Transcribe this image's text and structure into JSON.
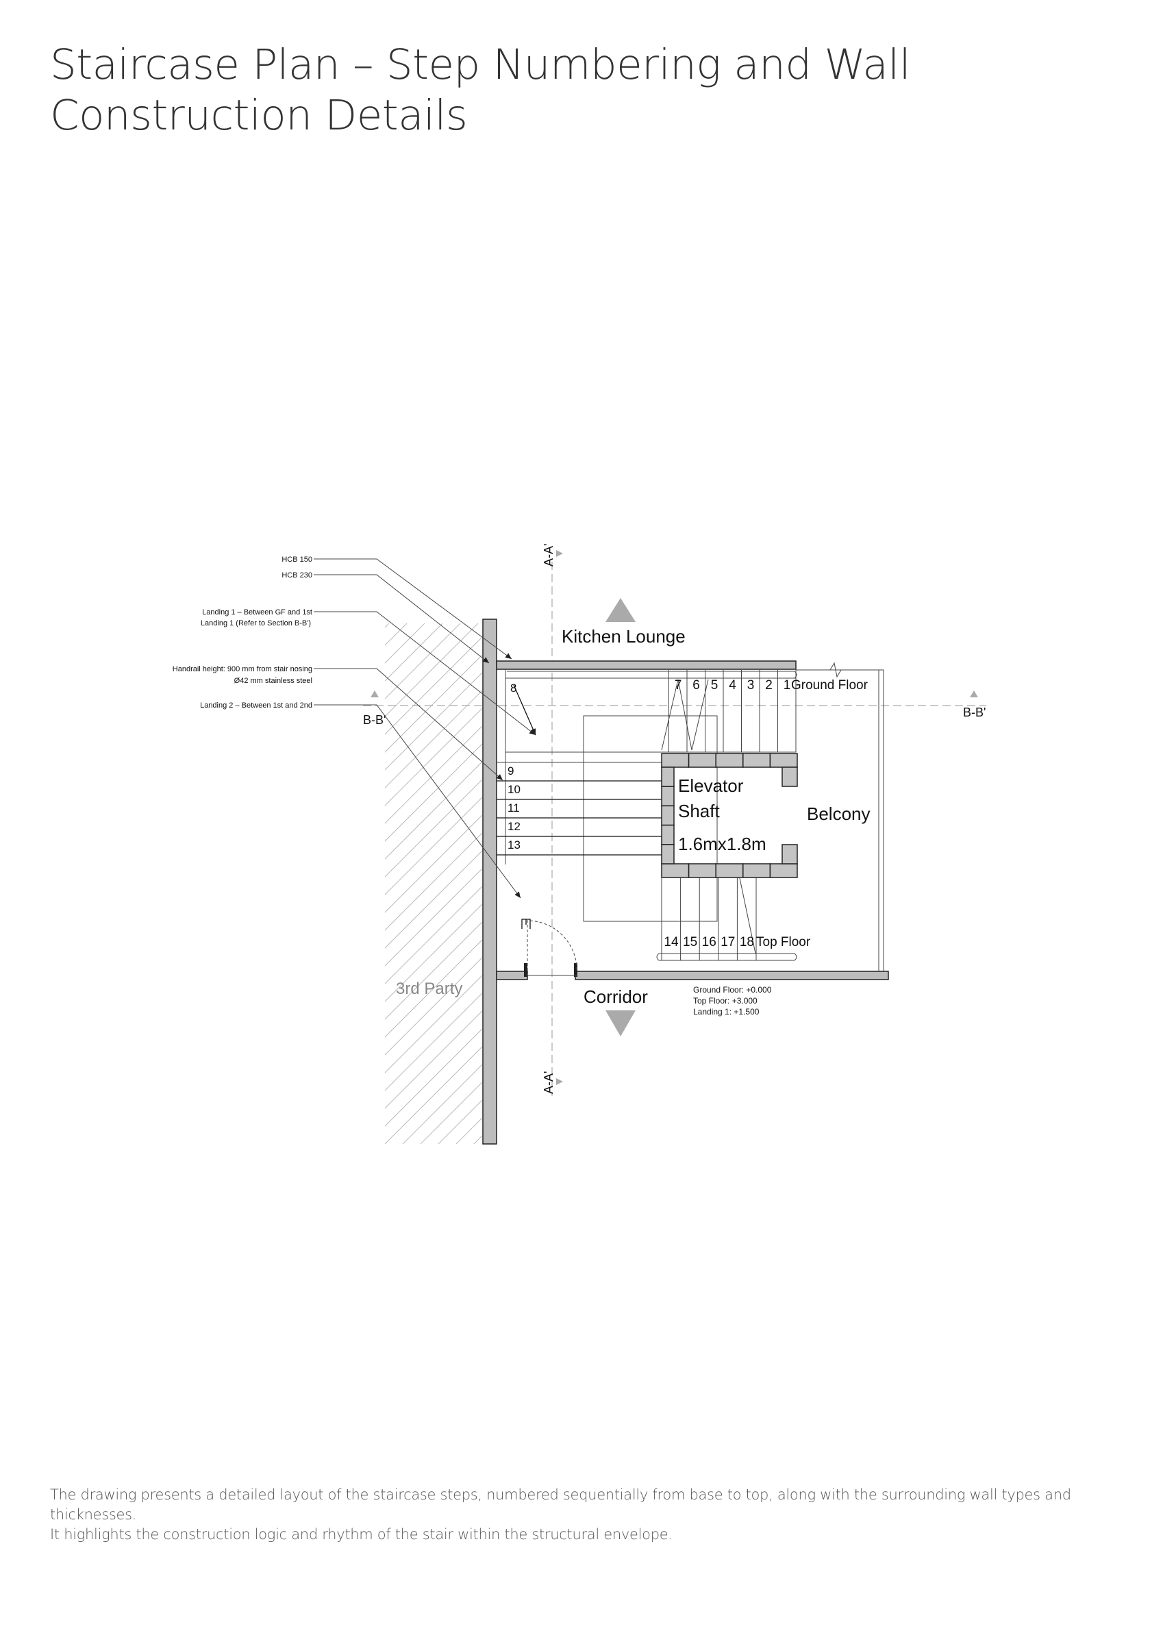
{
  "title": "Staircase Plan – Step Numbering and Wall Construction Details",
  "caption": {
    "line1": "The drawing presents a detailed layout of the staircase steps, numbered sequentially from base to top, along with the surrounding wall types and thicknesses.",
    "line2": "It highlights the construction logic and rhythm of the stair within the structural envelope."
  },
  "annotations": {
    "hcb150": "HCB 150",
    "hcb230": "HCB 230",
    "landing1_a": "Landing 1 – Between GF and 1st",
    "landing1_b": "Landing 1 (Refer to Section B-B')",
    "handrail_a": "Handrail height: 900 mm from stair nosing",
    "handrail_b": "Ø42 mm stainless steel",
    "landing2": "Landing 2 – Between 1st and 2nd"
  },
  "sections": {
    "aa": "A-A'",
    "bb": "B-B'"
  },
  "rooms": {
    "kitchen": "Kitchen Lounge",
    "corridor": "Corridor",
    "balcony": "Belcony",
    "third_party": "3rd Party",
    "elevator_1": "Elevator",
    "elevator_2": "Shaft",
    "elevator_size": "1.6mx1.8m"
  },
  "floors": {
    "ground": "Ground Floor",
    "top": "Top Floor"
  },
  "levels": {
    "ground": "Ground Floor: +0.000",
    "top": "Top Floor: +3.000",
    "landing": "Landing 1: +1.500"
  },
  "steps": {
    "first_flight": [
      "1",
      "2",
      "3",
      "4",
      "5",
      "6",
      "7"
    ],
    "landing_step": "8",
    "second_flight": [
      "9",
      "10",
      "11",
      "12",
      "13"
    ],
    "third_flight": [
      "14",
      "15",
      "16",
      "17",
      "18"
    ]
  },
  "colors": {
    "wall": "#bdbdbd",
    "line": "#111111",
    "axis": "#aaaaaa",
    "hatch": "#bbbbbb"
  }
}
